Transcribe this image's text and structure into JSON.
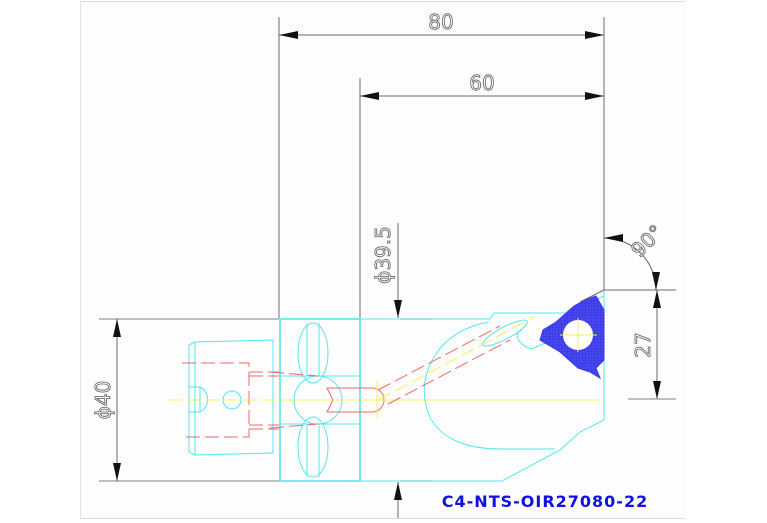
{
  "drawing": {
    "part_number": "C4-NTS-OIR27080-22",
    "dimensions": {
      "overall_length": "80",
      "head_length": "60",
      "bore_diameter": "ϕ39.5",
      "shank_diameter": "ϕ40",
      "angle": "90°",
      "height_offset": "27"
    },
    "colors": {
      "body_outline": "#55e6ee",
      "hidden_lines": "#ee6a6a",
      "center_lines": "#f2f25a",
      "insert_fill": "#3a3aee",
      "dimension_lines": "#6a6a6a",
      "part_number": "#1010e0"
    }
  }
}
